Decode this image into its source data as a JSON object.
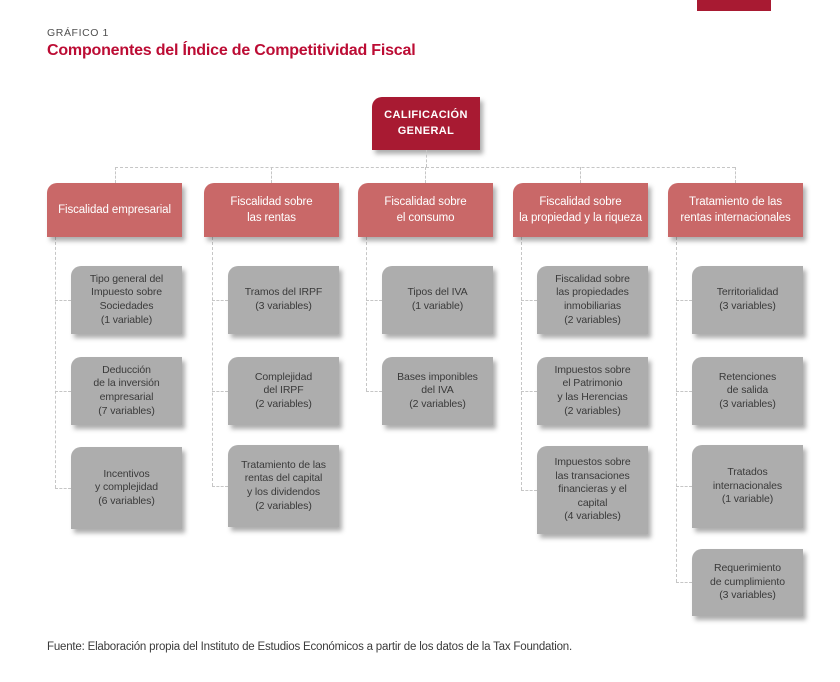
{
  "page": {
    "label": "GRÁFICO 1",
    "title": "Componentes del Índice de Competitividad Fiscal",
    "source": "Fuente: Elaboración propia del Instituto de Estudios Económicos a partir de los datos de la Tax Foundation."
  },
  "root_label": "CALIFICACIÓN\nGENERAL",
  "columns": [
    {
      "header": "Fiscalidad empresarial",
      "children": [
        "Tipo general del\nImpuesto sobre\nSociedades\n(1 variable)",
        "Deducción\nde la inversión\nempresarial\n(7 variables)",
        "Incentivos\ny complejidad\n(6 variables)"
      ]
    },
    {
      "header": "Fiscalidad sobre\nlas rentas",
      "children": [
        "Tramos del IRPF\n(3 variables)",
        "Complejidad\ndel IRPF\n(2 variables)",
        "Tratamiento de las\nrentas del capital\ny los dividendos\n(2 variables)"
      ]
    },
    {
      "header": "Fiscalidad sobre\nel consumo",
      "children": [
        "Tipos del IVA\n(1 variable)",
        "Bases imponibles\ndel IVA\n(2 variables)"
      ]
    },
    {
      "header": "Fiscalidad sobre\nla propiedad y la riqueza",
      "children": [
        "Fiscalidad sobre\nlas propiedades\ninmobiliarias\n(2 variables)",
        "Impuestos sobre\nel Patrimonio\ny las Herencias\n(2 variables)",
        "Impuestos sobre\nlas transaciones\nfinancieras y el\ncapital\n(4 variables)"
      ]
    },
    {
      "header": "Tratamiento de las\nrentas internacionales",
      "children": [
        "Territorialidad\n(3 variables)",
        "Retenciones\nde salida\n(3 variables)",
        "Tratados\ninternacionales\n(1 variable)",
        "Requerimiento\nde cumplimiento\n(3 variables)"
      ]
    }
  ],
  "colors": {
    "dark-red": "#A81A32",
    "title-red": "#BC0C34",
    "salmon": "#C96868",
    "gray-box": "#ADADAD",
    "line": "#C6C6C6"
  }
}
